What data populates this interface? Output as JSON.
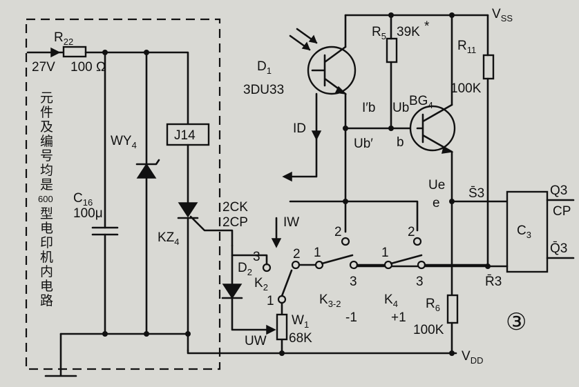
{
  "figure_number": "③",
  "side_note_chars": [
    "元",
    "件",
    "及",
    "编",
    "号",
    "均",
    "是",
    "600",
    "型",
    "电",
    "印",
    "机",
    "内",
    "电",
    "路"
  ],
  "power": {
    "vss": "V",
    "vss_sub": "SS",
    "vdd": "V",
    "vdd_sub": "DD"
  },
  "input": {
    "voltage": "27V",
    "value": "100 Ω"
  },
  "components": {
    "r22": {
      "name": "R",
      "sub": "22"
    },
    "c16": {
      "name": "C",
      "sub": "16",
      "value": "100μ"
    },
    "wy4": {
      "name": "WY",
      "sub": "4"
    },
    "j14": {
      "name": "J14"
    },
    "kz4": {
      "name": "KZ",
      "sub": "4"
    },
    "d2": {
      "name": "D",
      "sub": "2"
    },
    "d1": {
      "name": "D",
      "sub": "1",
      "value": "3DU33"
    },
    "r5": {
      "name": "R",
      "sub": "5",
      "value": "39K",
      "mark": "*"
    },
    "r11": {
      "name": "R",
      "sub": "11",
      "value": "100K"
    },
    "bg4": {
      "name": "BG",
      "sub": "4"
    },
    "r6": {
      "name": "R",
      "sub": "6",
      "value": "100K"
    },
    "c3": {
      "name": "C",
      "sub": "3"
    },
    "w1": {
      "name": "W",
      "sub": "1",
      "value": "68K"
    },
    "k2": {
      "name": "K",
      "sub": "2"
    },
    "k3": {
      "name": "K",
      "sub": "3-2",
      "value": "-1"
    },
    "k4": {
      "name": "K",
      "sub": "4",
      "value": "+1"
    }
  },
  "signals": {
    "ib_prime": "I′b",
    "ub": "Ub",
    "ub_prime": "Ub′",
    "b": "b",
    "id": "ID",
    "iw": "IW",
    "uw": "UW",
    "ue": "Ue",
    "e": "e",
    "s3": "S̄3",
    "r3": "R̄3",
    "q3": "Q3",
    "cp": "CP",
    "q3_bar": "Q̄3",
    "ck": "2CK",
    "cp_label": "2CP"
  },
  "switch_contacts": {
    "one": "1",
    "two": "2",
    "three": "3"
  }
}
